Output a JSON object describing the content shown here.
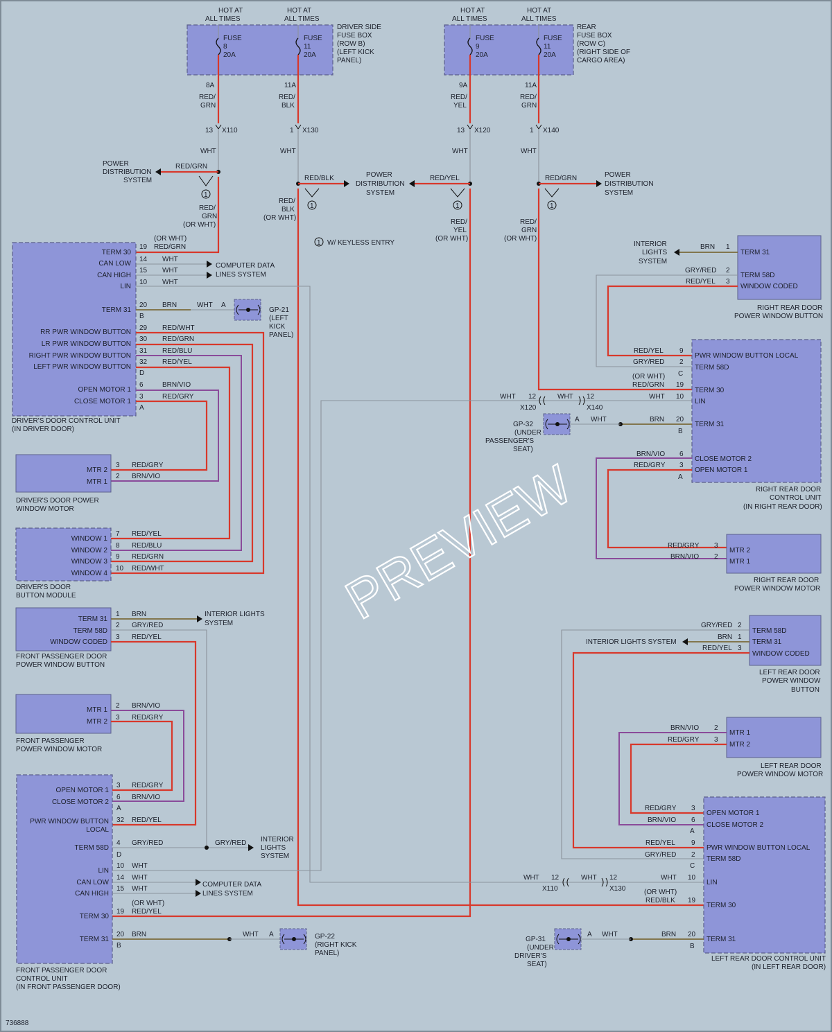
{
  "doc_id": "736888",
  "watermark": "PREVIEW",
  "fuse_boxes": [
    {
      "hot1": "HOT AT",
      "hot2": "ALL TIMES",
      "fuse": "FUSE",
      "num": "8",
      "amp": "20A",
      "out": "8A",
      "wire1": "RED/",
      "wire2": "GRN",
      "conn_pin": "13",
      "conn": "X110"
    },
    {
      "hot1": "HOT AT",
      "hot2": "ALL TIMES",
      "fuse": "FUSE",
      "num": "11",
      "amp": "20A",
      "out": "11A",
      "wire1": "RED/",
      "wire2": "BLK",
      "conn_pin": "1",
      "conn": "X130"
    },
    {
      "hot1": "HOT AT",
      "hot2": "ALL TIMES",
      "fuse": "FUSE",
      "num": "9",
      "amp": "20A",
      "out": "9A",
      "wire1": "RED/",
      "wire2": "YEL",
      "conn_pin": "13",
      "conn": "X120"
    },
    {
      "hot1": "HOT AT",
      "hot2": "ALL TIMES",
      "fuse": "FUSE",
      "num": "11",
      "amp": "20A",
      "out": "11A",
      "wire1": "RED/",
      "wire2": "GRN",
      "conn_pin": "1",
      "conn": "X140"
    }
  ],
  "driver_fusebox_label": [
    "DRIVER SIDE",
    "FUSE BOX",
    "(ROW B)",
    "(LEFT KICK",
    "PANEL)"
  ],
  "rear_fusebox_label": [
    "REAR",
    "FUSE BOX",
    "(ROW C)",
    "(RIGHT SIDE OF",
    "CARGO AREA)"
  ],
  "wht": "WHT",
  "pds": [
    "POWER",
    "DISTRIBUTION",
    "SYSTEM"
  ],
  "splice_labels": {
    "s1": "RED/GRN",
    "s2": "RED/BLK",
    "s3": "RED/YEL",
    "s4": "RED/GRN",
    "d1": [
      "RED/",
      "GRN",
      "(OR WHT)"
    ],
    "d2": [
      "RED/",
      "BLK",
      "(OR WHT)"
    ],
    "d3": [
      "RED/",
      "YEL",
      "(OR WHT)"
    ],
    "d4": [
      "RED/",
      "GRN",
      "(OR WHT)"
    ],
    "note_num": "1",
    "note": "W/ KEYLESS ENTRY"
  },
  "computer_data": [
    "COMPUTER DATA",
    "LINES SYSTEM"
  ],
  "interior_lights": [
    "INTERIOR",
    "LIGHTS",
    "SYSTEM"
  ],
  "interior_lights_inline": "INTERIOR LIGHTS SYSTEM",
  "interior_lights_2line": [
    "INTERIOR LIGHTS",
    "SYSTEM"
  ],
  "dcu": {
    "pins": [
      {
        "label": "TERM 30",
        "pin": "19",
        "wire": "RED/GRN",
        "pre": "(OR WHT)"
      },
      {
        "label": "CAN LOW",
        "pin": "14",
        "wire": "WHT"
      },
      {
        "label": "CAN HIGH",
        "pin": "15",
        "wire": "WHT"
      },
      {
        "label": "LIN",
        "pin": "10",
        "wire": "WHT"
      },
      {
        "label": "TERM 31",
        "pin": "20",
        "wire": "BRN",
        "conn": "B"
      },
      {
        "label": "RR PWR WINDOW BUTTON",
        "pin": "29",
        "wire": "RED/WHT"
      },
      {
        "label": "LR PWR WINDOW BUTTON",
        "pin": "30",
        "wire": "RED/GRN"
      },
      {
        "label": "RIGHT PWR WINDOW BUTTON",
        "pin": "31",
        "wire": "RED/BLU"
      },
      {
        "label": "LEFT PWR WINDOW BUTTON",
        "pin": "32",
        "wire": "RED/YEL",
        "conn": "D"
      },
      {
        "label": "OPEN MOTOR 1",
        "pin": "6",
        "wire": "BRN/VIO"
      },
      {
        "label": "CLOSE MOTOR 1",
        "pin": "3",
        "wire": "RED/GRY",
        "conn": "A"
      }
    ],
    "name": [
      "DRIVER'S DOOR CONTROL UNIT",
      "(IN DRIVER DOOR)"
    ]
  },
  "gp21": {
    "wire": "WHT",
    "conn": "A",
    "name": [
      "GP-21",
      "(LEFT",
      "KICK",
      "PANEL)"
    ]
  },
  "drv_motor": {
    "pins": [
      {
        "label": "MTR 2",
        "pin": "3",
        "wire": "RED/GRY"
      },
      {
        "label": "MTR 1",
        "pin": "2",
        "wire": "BRN/VIO"
      }
    ],
    "name": [
      "DRIVER'S DOOR POWER",
      "WINDOW MOTOR"
    ]
  },
  "drv_buttons": {
    "pins": [
      {
        "label": "WINDOW 1",
        "pin": "7",
        "wire": "RED/YEL"
      },
      {
        "label": "WINDOW 2",
        "pin": "8",
        "wire": "RED/BLU"
      },
      {
        "label": "WINDOW 3",
        "pin": "9",
        "wire": "RED/GRN"
      },
      {
        "label": "WINDOW 4",
        "pin": "10",
        "wire": "RED/WHT"
      }
    ],
    "name": [
      "DRIVER'S DOOR",
      "BUTTON MODULE"
    ]
  },
  "fp_button": {
    "pins": [
      {
        "label": "TERM 31",
        "pin": "1",
        "wire": "BRN"
      },
      {
        "label": "TERM 58D",
        "pin": "2",
        "wire": "GRY/RED"
      },
      {
        "label": "WINDOW CODED",
        "pin": "3",
        "wire": "RED/YEL"
      }
    ],
    "name": [
      "FRONT PASSENGER DOOR",
      "POWER WINDOW BUTTON"
    ],
    "il": [
      "INTERIOR LIGHTS",
      "SYSTEM"
    ]
  },
  "fp_motor": {
    "pins": [
      {
        "label": "MTR 1",
        "pin": "2",
        "wire": "BRN/VIO"
      },
      {
        "label": "MTR 2",
        "pin": "3",
        "wire": "RED/GRY"
      }
    ],
    "name": [
      "FRONT PASSENGER",
      "POWER WINDOW MOTOR"
    ]
  },
  "fp_dcu": {
    "pins": [
      {
        "label": "OPEN MOTOR 1",
        "pin": "3",
        "wire": "RED/GRY"
      },
      {
        "label": "CLOSE MOTOR 2",
        "pin": "6",
        "wire": "BRN/VIO",
        "conn": "A"
      },
      {
        "label": "PWR WINDOW BUTTON",
        "label2": "LOCAL",
        "pin": "32",
        "wire": "RED/YEL"
      },
      {
        "label": "TERM 58D",
        "pin": "4",
        "wire": "GRY/RED",
        "conn": "D"
      },
      {
        "label": "LIN",
        "pin": "10",
        "wire": "WHT"
      },
      {
        "label": "CAN LOW",
        "pin": "14",
        "wire": "WHT"
      },
      {
        "label": "CAN HIGH",
        "pin": "15",
        "wire": "WHT"
      },
      {
        "label": "TERM 30",
        "pin": "19",
        "wire": "RED/YEL",
        "pre": "(OR WHT)"
      },
      {
        "label": "TERM 31",
        "pin": "20",
        "wire": "BRN",
        "conn": "B"
      }
    ],
    "name": [
      "FRONT PASSENGER DOOR",
      "CONTROL UNIT",
      "(IN FRONT PASSENGER DOOR)"
    ],
    "gry_red": "GRY/RED"
  },
  "gp22": {
    "wire": "WHT",
    "conn": "A",
    "name": [
      "GP-22",
      "(RIGHT KICK",
      "PANEL)"
    ]
  },
  "rr_button": {
    "pins": [
      {
        "label": "TERM 31",
        "pin": "1",
        "wire": "BRN"
      },
      {
        "label": "TERM 58D",
        "pin": "2",
        "wire": "GRY/RED"
      },
      {
        "label": "WINDOW CODED",
        "pin": "3",
        "wire": "RED/YEL"
      }
    ],
    "name": [
      "RIGHT REAR DOOR",
      "POWER WINDOW BUTTON"
    ]
  },
  "rr_dcu": {
    "pins": [
      {
        "label": "PWR WINDOW BUTTON LOCAL",
        "pin": "9",
        "wire": "RED/YEL"
      },
      {
        "label": "TERM 58D",
        "pin": "2",
        "wire": "GRY/RED",
        "conn": "C"
      },
      {
        "label": "TERM 30",
        "pin": "19",
        "wire": "RED/GRN",
        "pre": "(OR WHT)"
      },
      {
        "label": "LIN",
        "pin": "10",
        "wire": "WHT"
      },
      {
        "label": "TERM 31",
        "pin": "20",
        "wire": "BRN",
        "conn": "B"
      },
      {
        "label": "CLOSE MOTOR 2",
        "pin": "6",
        "wire": "BRN/VIO"
      },
      {
        "label": "OPEN MOTOR 1",
        "pin": "3",
        "wire": "RED/GRY",
        "conn": "A"
      }
    ],
    "name": [
      "RIGHT REAR DOOR",
      "CONTROL UNIT",
      "(IN RIGHT REAR DOOR)"
    ],
    "x120": {
      "pin": "12",
      "conn": "X120",
      "wire": "WHT"
    },
    "x140": {
      "pin": "12",
      "conn": "X140",
      "wire": "WHT"
    }
  },
  "gp32": {
    "wire": "WHT",
    "conn": "A",
    "name": [
      "GP-32",
      "(UNDER",
      "PASSENGER'S",
      "SEAT)"
    ]
  },
  "rr_motor": {
    "pins": [
      {
        "label": "MTR 2",
        "pin": "3",
        "wire": "RED/GRY"
      },
      {
        "label": "MTR 1",
        "pin": "2",
        "wire": "BRN/VIO"
      }
    ],
    "name": [
      "RIGHT REAR DOOR",
      "POWER WINDOW MOTOR"
    ]
  },
  "lr_button": {
    "pins": [
      {
        "label": "TERM 58D",
        "pin": "2",
        "wire": "GRY/RED"
      },
      {
        "label": "TERM 31",
        "pin": "1",
        "wire": "BRN"
      },
      {
        "label": "WINDOW CODED",
        "pin": "3",
        "wire": "RED/YEL"
      }
    ],
    "name": [
      "LEFT REAR DOOR",
      "POWER WINDOW",
      "BUTTON"
    ]
  },
  "lr_motor": {
    "pins": [
      {
        "label": "MTR 1",
        "pin": "2",
        "wire": "BRN/VIO"
      },
      {
        "label": "MTR 2",
        "pin": "3",
        "wire": "RED/GRY"
      }
    ],
    "name": [
      "LEFT REAR DOOR",
      "POWER WINDOW MOTOR"
    ]
  },
  "lr_dcu": {
    "pins": [
      {
        "label": "OPEN MOTOR 1",
        "pin": "3",
        "wire": "RED/GRY"
      },
      {
        "label": "CLOSE MOTOR 2",
        "pin": "6",
        "wire": "BRN/VIO",
        "conn": "A"
      },
      {
        "label": "PWR WINDOW BUTTON LOCAL",
        "pin": "9",
        "wire": "RED/YEL"
      },
      {
        "label": "TERM 58D",
        "pin": "2",
        "wire": "GRY/RED",
        "conn": "C"
      },
      {
        "label": "LIN",
        "pin": "10",
        "wire": "WHT"
      },
      {
        "label": "TERM 30",
        "pin": "19",
        "wire": "RED/BLK",
        "pre": "(OR WHT)"
      },
      {
        "label": "TERM 31",
        "pin": "20",
        "wire": "BRN",
        "conn": "B"
      }
    ],
    "name": [
      "LEFT REAR DOOR CONTROL UNIT",
      "(IN LEFT REAR DOOR)"
    ],
    "x110": {
      "pin": "12",
      "conn": "X110",
      "wire": "WHT"
    },
    "x130": {
      "pin": "12",
      "conn": "X130",
      "wire": "WHT"
    }
  },
  "gp31": {
    "wire": "WHT",
    "conn": "A",
    "name": [
      "GP-31",
      "(UNDER",
      "DRIVER'S",
      "SEAT)"
    ]
  }
}
